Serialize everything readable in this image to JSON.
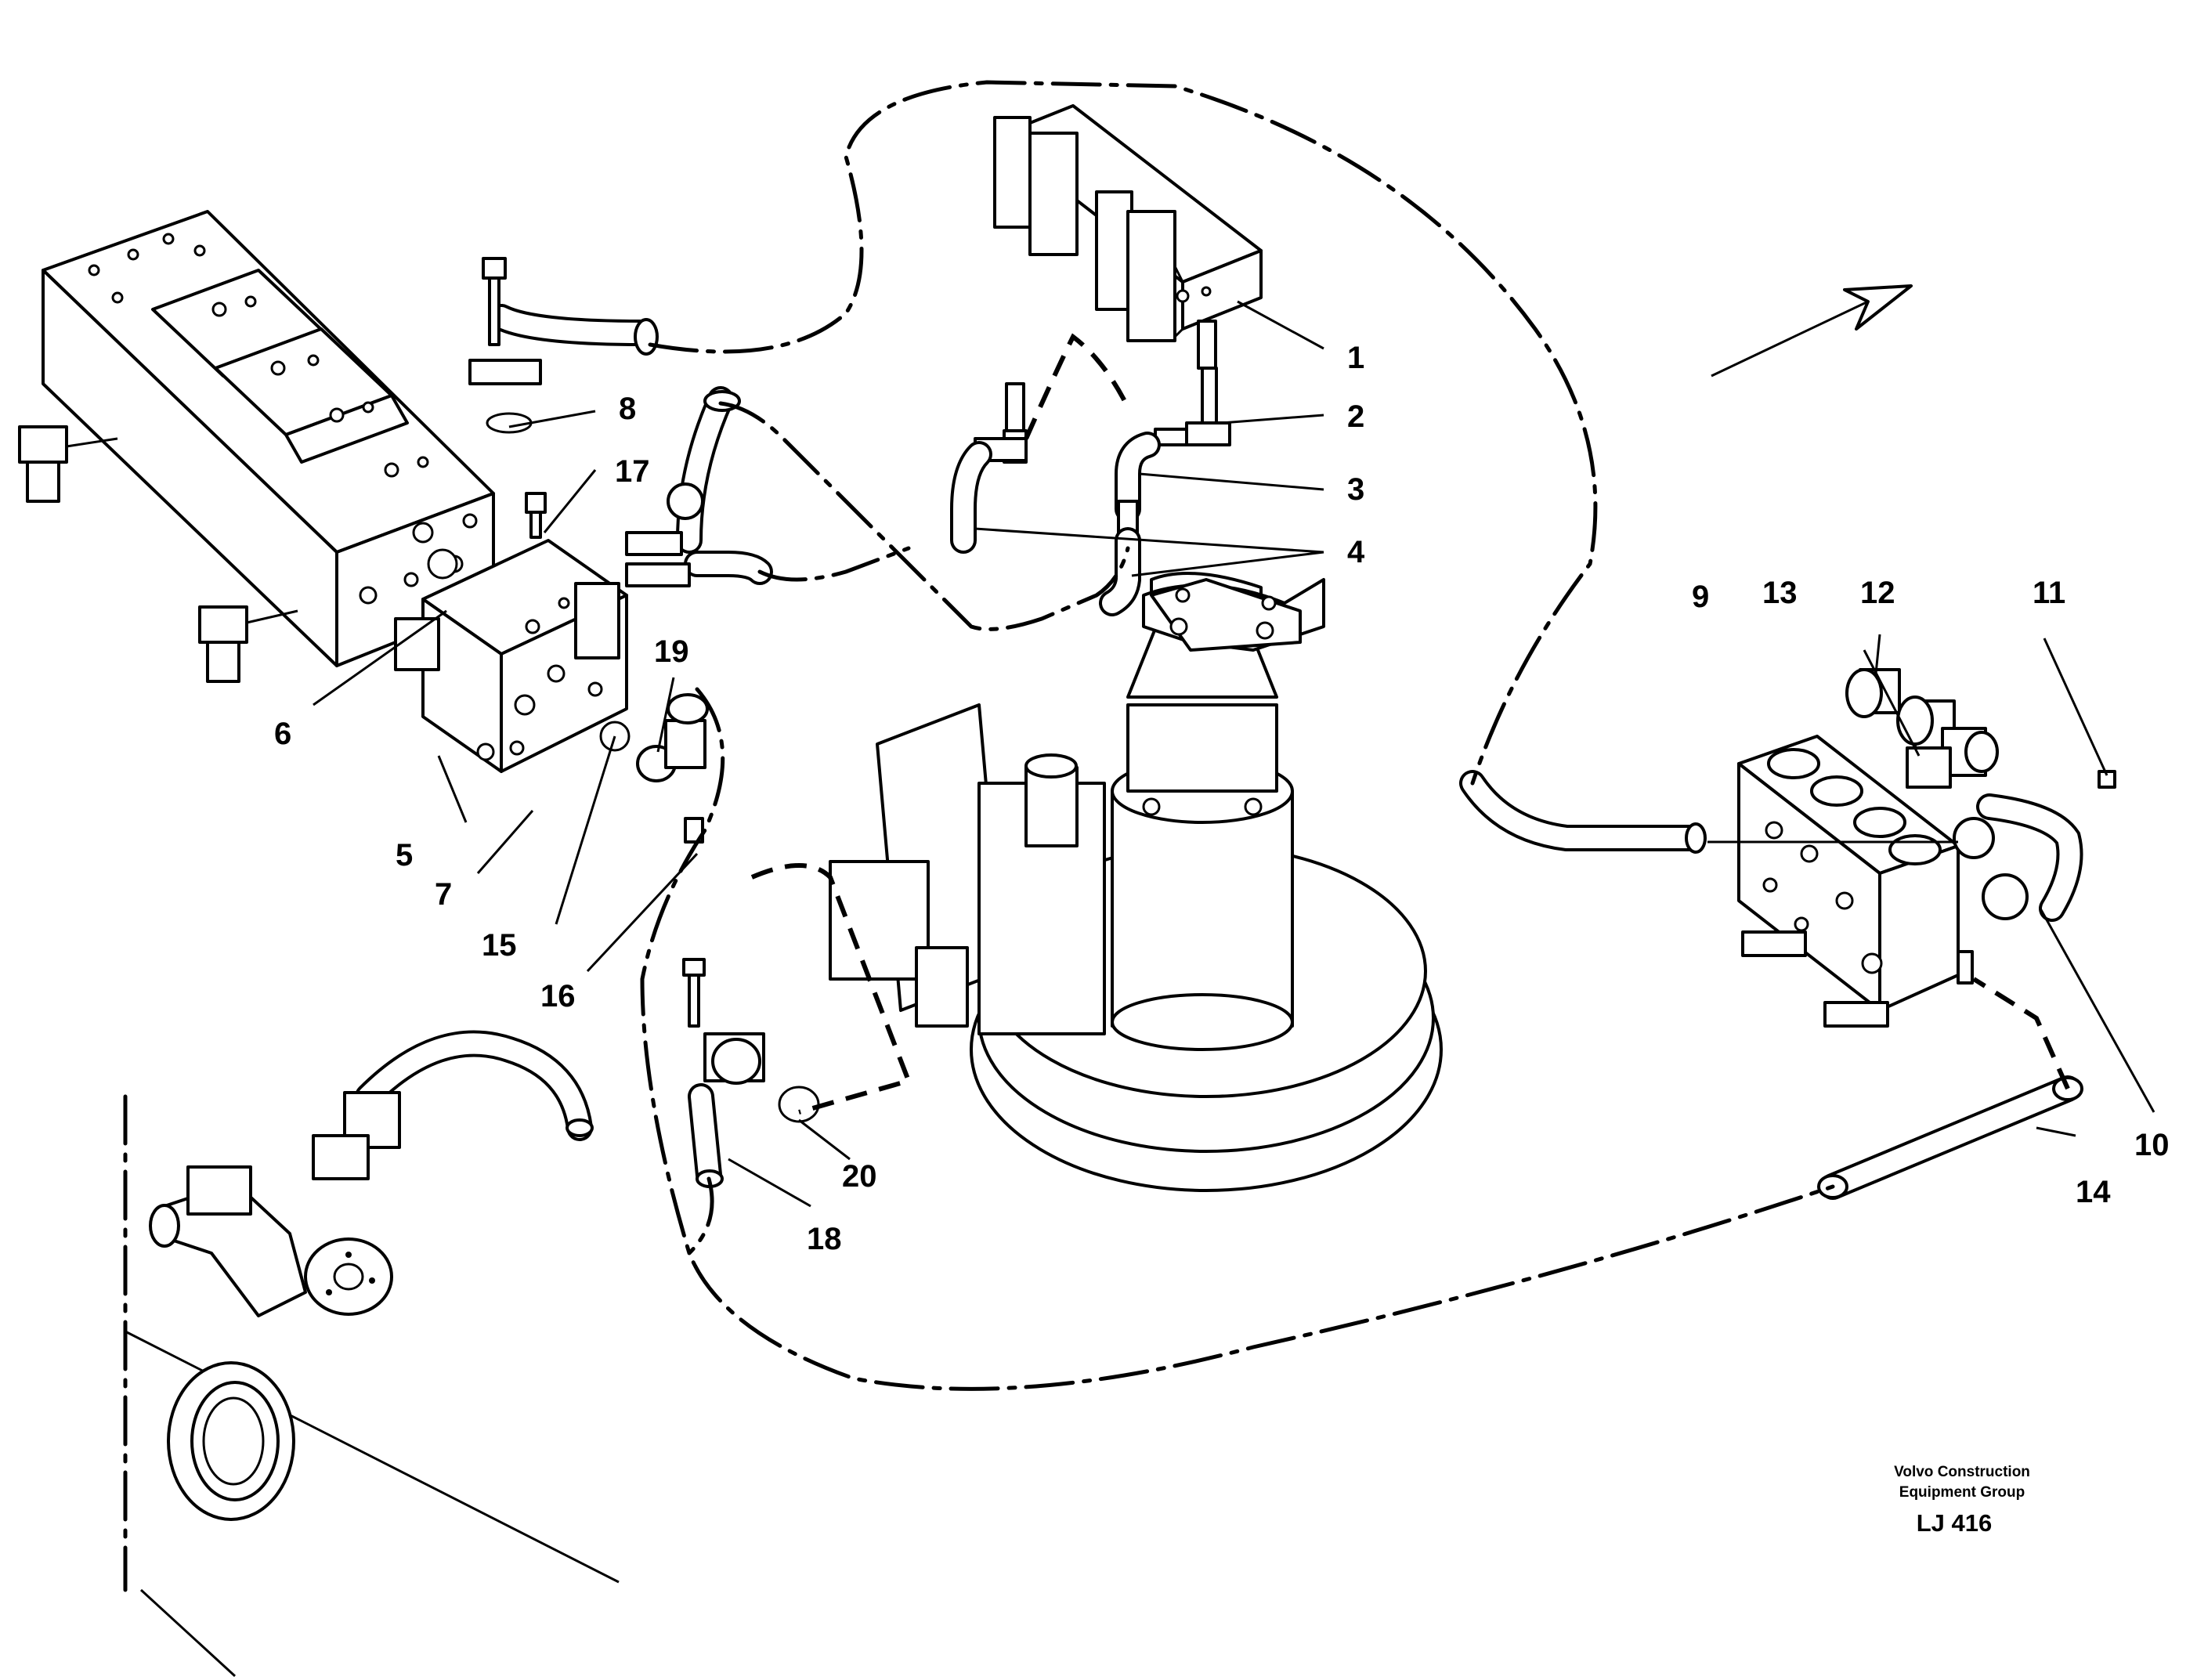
{
  "callouts": [
    {
      "id": "1",
      "text": "1"
    },
    {
      "id": "2",
      "text": "2"
    },
    {
      "id": "3",
      "text": "3"
    },
    {
      "id": "4",
      "text": "4"
    },
    {
      "id": "5",
      "text": "5"
    },
    {
      "id": "6",
      "text": "6"
    },
    {
      "id": "7",
      "text": "7"
    },
    {
      "id": "8",
      "text": "8"
    },
    {
      "id": "9",
      "text": "9"
    },
    {
      "id": "10",
      "text": "10"
    },
    {
      "id": "11",
      "text": "11"
    },
    {
      "id": "12",
      "text": "12"
    },
    {
      "id": "13",
      "text": "13"
    },
    {
      "id": "14",
      "text": "14"
    },
    {
      "id": "15",
      "text": "15"
    },
    {
      "id": "16",
      "text": "16"
    },
    {
      "id": "17",
      "text": "17"
    },
    {
      "id": "18",
      "text": "18"
    },
    {
      "id": "19",
      "text": "19"
    },
    {
      "id": "20",
      "text": "20"
    }
  ],
  "credit": {
    "line1": "Volvo Construction",
    "line2": "Equipment Group",
    "drawing_no": "LJ 416"
  }
}
